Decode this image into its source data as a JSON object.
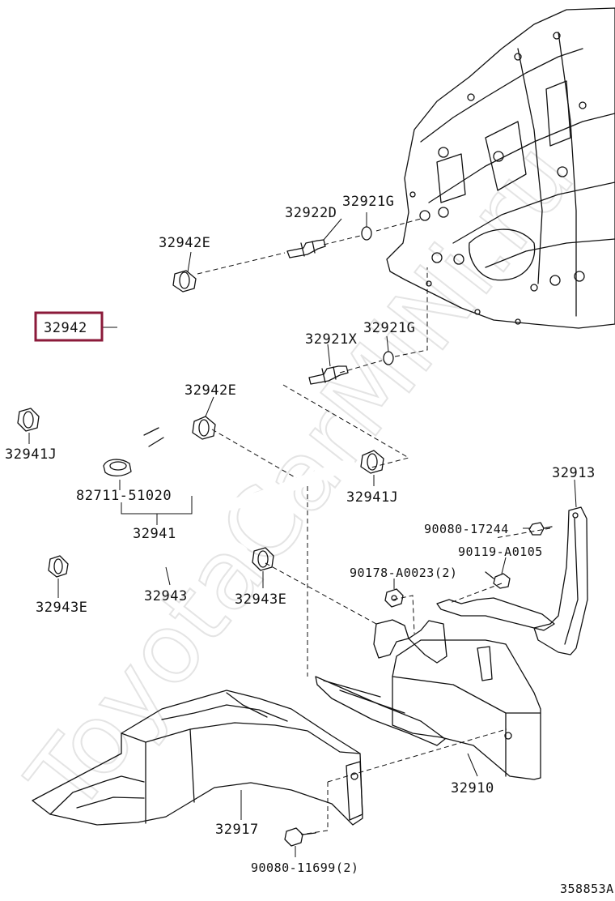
{
  "diagram_id": "358853A",
  "watermark": "ToyotaCarMiNi.ru",
  "highlight_color": "#8b1a3a",
  "labels": {
    "p32942": "32942",
    "p32942E_top": "32942E",
    "p32942E_mid": "32942E",
    "p32922D": "32922D",
    "p32921G_top": "32921G",
    "p32921X": "32921X",
    "p32921G_mid": "32921G",
    "p32941J_left": "32941J",
    "p32941J_right": "32941J",
    "p82711": "82711-51020",
    "p32941": "32941",
    "p32913": "32913",
    "p90080_17244": "90080-17244",
    "p90119": "90119-A0105",
    "p90178": "90178-A0023(2)",
    "p32943E_left": "32943E",
    "p32943": "32943",
    "p32943E_right": "32943E",
    "p32910": "32910",
    "p32917": "32917",
    "p90080_11699": "90080-11699(2)"
  }
}
